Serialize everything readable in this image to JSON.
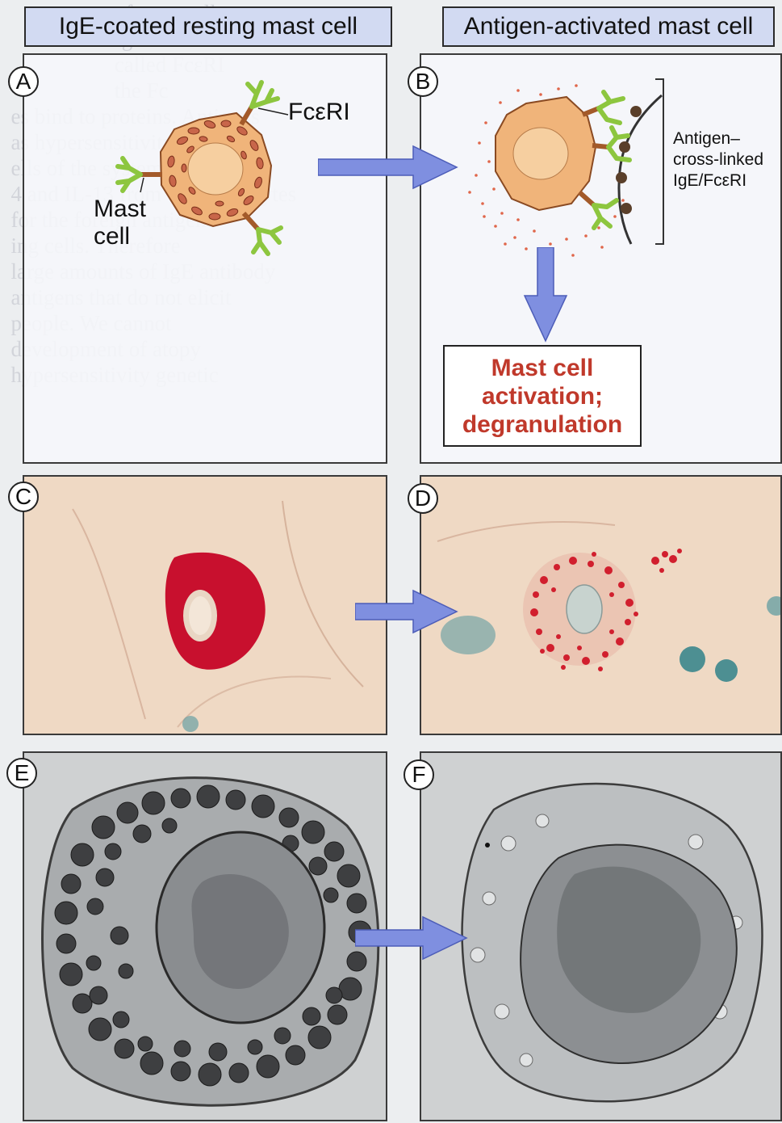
{
  "headers": {
    "left": "IgE-coated resting mast cell",
    "right": "Antigen-activated mast cell"
  },
  "panels": {
    "a": "A",
    "b": "B",
    "c": "C",
    "d": "D",
    "e": "E",
    "f": "F"
  },
  "labels": {
    "receptor": "FcεRI",
    "mast_line1": "Mast",
    "mast_line2": "cell",
    "crosslinked_line1": "Antigen–",
    "crosslinked_line2": "cross-linked",
    "crosslinked_line3": "IgE/FcεRI"
  },
  "outcome": {
    "line1": "Mast cell",
    "line2": "activation;",
    "line3": "degranulation"
  },
  "colors": {
    "header_bg": "#d2daf2",
    "arrow": "#7f8fe0",
    "outcome_text": "#c0392b",
    "cell_body": "#f0b47a",
    "antibody": "#8dc63f",
    "receptor": "#a35a2a",
    "granule": "#b4502e"
  }
}
